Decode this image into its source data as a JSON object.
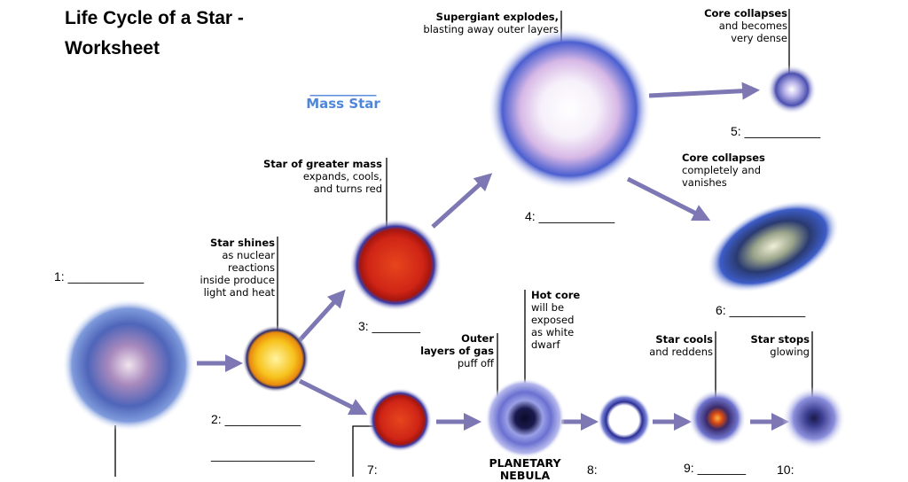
{
  "title": {
    "line1": "Life Cycle of a Star -",
    "line2": "Worksheet"
  },
  "mass_label": {
    "blank": "__________",
    "text": "Mass Star"
  },
  "captions": {
    "supergiant": {
      "bold": "Supergiant explodes,",
      "rest": "blasting away outer layers"
    },
    "core_dense": {
      "bold": "Core collapses",
      "line2": "and becomes",
      "line3": "very dense"
    },
    "greater_mass": {
      "bold": "Star of greater mass",
      "line2": "expands, cools,",
      "line3": "and turns red"
    },
    "core_vanishes": {
      "bold": "Core collapses",
      "line2": "completely and",
      "line3": "vanishes"
    },
    "star_shines": {
      "bold": "Star shines",
      "line2": "as nuclear",
      "line3": "reactions",
      "line4": "inside produce",
      "line5": "light and heat"
    },
    "hot_core": {
      "bold": "Hot core",
      "line2": "will be",
      "line3": "exposed",
      "line4": "as white",
      "line5": "dwarf"
    },
    "outer_layers": {
      "bold1": "Outer",
      "bold2": "layers of gas",
      "line3": "puff off"
    },
    "star_cools": {
      "bold": "Star cools",
      "line2": "and reddens"
    },
    "star_stops": {
      "bold": "Star stops",
      "line2": "glowing"
    },
    "planetary": {
      "line1": "PLANETARY",
      "line2": "NEBULA"
    }
  },
  "answers": {
    "a1": "1: ___________",
    "a2": "2: ___________",
    "a2b": "_______________",
    "a3": "3: _______",
    "a4": "4: ___________",
    "a5": "5: ___________",
    "a6": "6: ___________",
    "a7": "7:",
    "a8": "8:",
    "a9": "9: _______",
    "a10": "10:"
  },
  "colors": {
    "arrow": "#7d77b4",
    "mass_text": "#4f86d8",
    "red_star": "#d8281a",
    "yellow_star": "#f7c21c",
    "halo": "#4a4fb6"
  }
}
